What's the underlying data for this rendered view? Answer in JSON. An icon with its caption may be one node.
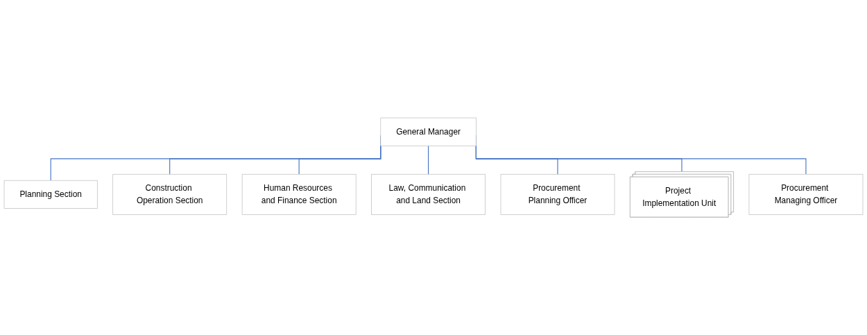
{
  "diagram": {
    "nodes": [
      {
        "text": [
          "General Manager"
        ]
      },
      {
        "text": [
          "Planning Section"
        ]
      },
      {
        "text": [
          "Construction Operation Section"
        ]
      },
      {
        "text": [
          "Human Resources and Finance Section"
        ]
      },
      {
        "text": [
          "Law, Communication and Land Section"
        ]
      },
      {
        "text": [
          "Procurement Planning Officer"
        ]
      },
      {
        "text": [
          "Project Implementation Unit"
        ]
      },
      {
        "text": [
          "Procurement Managing Officer"
        ]
      }
    ],
    "edges": [
      {
        "from": 0,
        "to": 1,
        "arrow": "none"
      },
      {
        "from": 0,
        "to": 2,
        "arrow": "none"
      },
      {
        "from": 0,
        "to": 3,
        "arrow": "none"
      },
      {
        "from": 0,
        "to": 4,
        "arrow": "none"
      },
      {
        "from": 0,
        "to": 5,
        "arrow": "none"
      },
      {
        "from": 0,
        "to": 6,
        "arrow": "none"
      },
      {
        "from": 0,
        "to": 7,
        "arrow": "none"
      }
    ]
  }
}
